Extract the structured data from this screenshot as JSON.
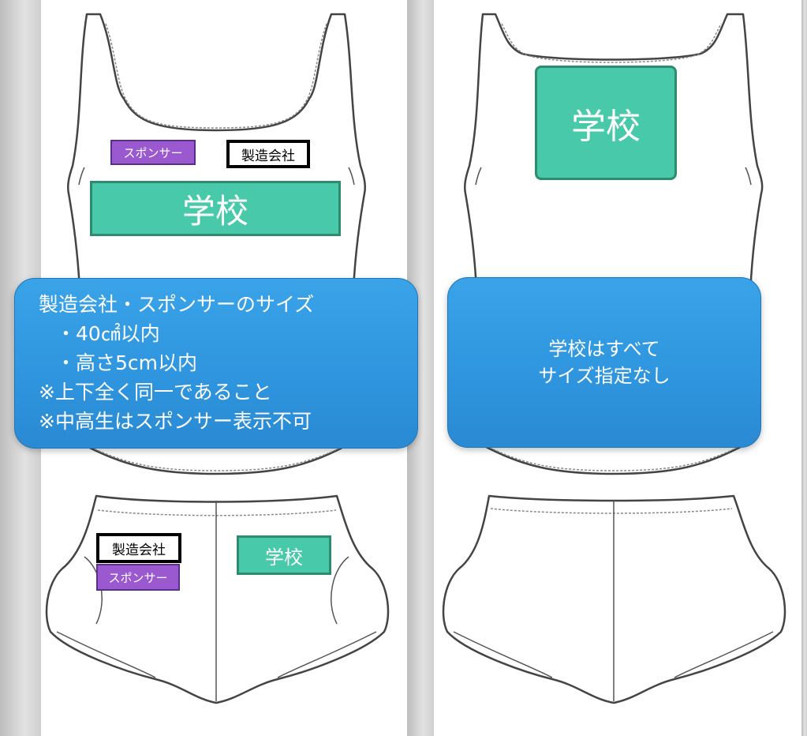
{
  "colors": {
    "sponsor_fill": "#9b59d0",
    "maker_border": "#000000",
    "school_fill": "#48c9a9",
    "callout_fill": "#2f96df"
  },
  "front": {
    "top": {
      "sponsor_label": "スポンサー",
      "maker_label": "製造会社",
      "school_label": "学校"
    },
    "shorts": {
      "maker_label": "製造会社",
      "sponsor_label": "スポンサー",
      "school_label": "学校"
    },
    "callout": {
      "lines": [
        "製造会社・スポンサーのサイズ",
        "・40㎠以内",
        "・高さ5cm以内",
        "※上下全く同一であること",
        "※中高生はスポンサー表示不可"
      ]
    }
  },
  "back": {
    "top": {
      "school_label": "学校"
    },
    "callout": {
      "lines": [
        "学校はすべて",
        "サイズ指定なし"
      ]
    }
  }
}
